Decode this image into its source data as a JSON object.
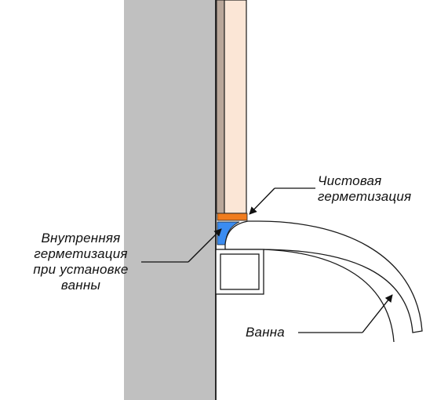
{
  "labels": {
    "finish_sealing": {
      "line1": "Чистовая",
      "line2": "герметизация"
    },
    "inner_sealing": {
      "line1": "Внутренняя",
      "line2": "герметизация",
      "line3": "при установке",
      "line4": "ванны"
    },
    "bath": "Ванна"
  },
  "colors": {
    "wall": "#c0c0c0",
    "wall_edge": "#2b2b2b",
    "tile": "#fbe6d6",
    "tile_backing": "#b9a79a",
    "finish_sealant": "#f07c1e",
    "inner_sealant": "#3b8cf0",
    "outline": "#1a1a1a"
  }
}
